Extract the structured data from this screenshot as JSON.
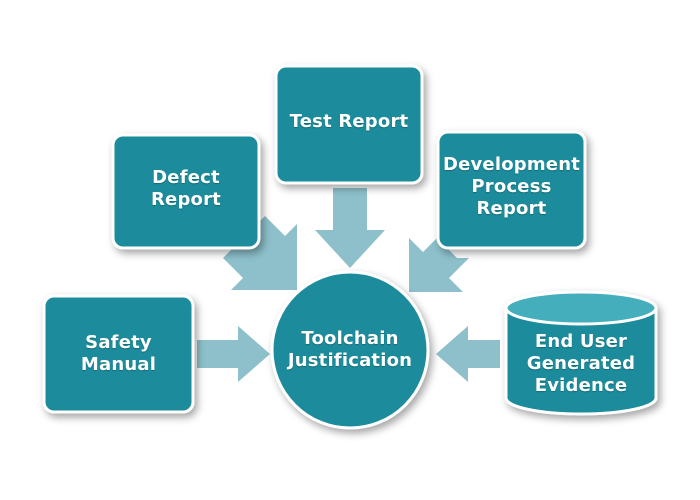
{
  "colors": {
    "box_fill": "#1e8c9c",
    "box_border": "#ffffff",
    "arrow_fill": "#8dc0cb",
    "cylinder_top": "#45aebc"
  },
  "nodes": {
    "test_report": {
      "lines": [
        "Test Report"
      ]
    },
    "defect_report": {
      "lines": [
        "Defect",
        "Report"
      ]
    },
    "development_process_report": {
      "lines": [
        "Development",
        "Process",
        "Report"
      ]
    },
    "safety_manual": {
      "lines": [
        "Safety",
        "Manual"
      ]
    },
    "end_user_evidence": {
      "lines": [
        "End User",
        "Generated",
        "Evidence"
      ]
    },
    "toolchain_justification": {
      "lines": [
        "Toolchain",
        "Justification"
      ]
    }
  }
}
